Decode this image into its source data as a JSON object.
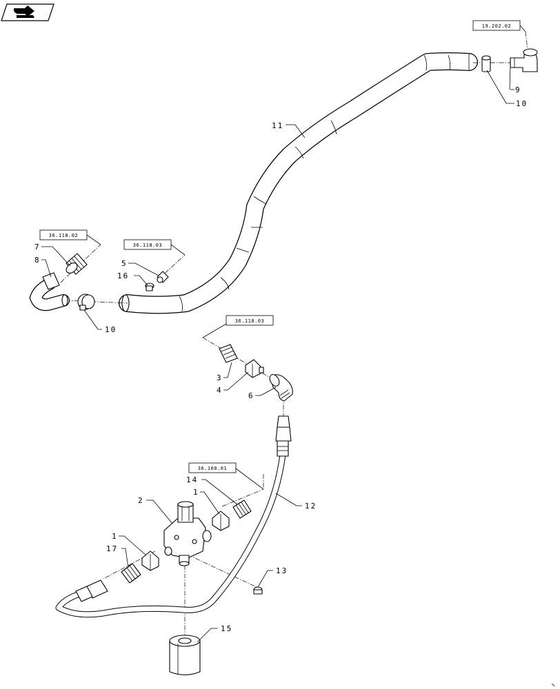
{
  "refs": {
    "r1": "19.202.02",
    "r2": "36.118.02",
    "r3": "36.118.03",
    "r4": "36.118.03",
    "r5": "36.160.01"
  },
  "callouts": {
    "c9": "9",
    "c10a": "10",
    "c11": "11",
    "c7": "7",
    "c8": "8",
    "c5": "5",
    "c16": "16",
    "c10b": "10",
    "c3": "3",
    "c4": "4",
    "c6": "6",
    "c14": "14",
    "c1a": "1",
    "c2": "2",
    "c12": "12",
    "c1b": "1",
    "c17": "17",
    "c13": "13",
    "c15": "15"
  },
  "icons": {
    "nav": "back-arrow-icon"
  }
}
